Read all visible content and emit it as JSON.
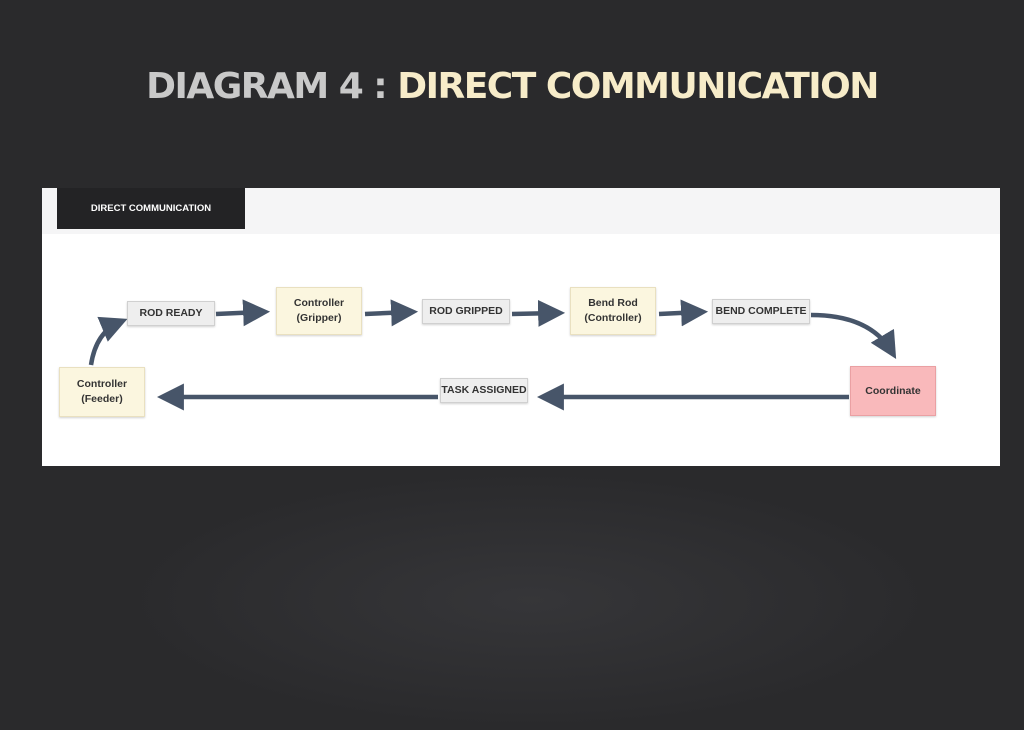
{
  "title": {
    "prefix": "DIAGRAM 4 : ",
    "highlight": "DIRECT COMMUNICATION"
  },
  "panel": {
    "tab_label": "DIRECT COMMUNICATION"
  },
  "nodes": {
    "controller_feeder": "Controller\n(Feeder)",
    "rod_ready": "ROD READY",
    "controller_gripper": "Controller\n(Gripper)",
    "rod_gripped": "ROD GRIPPED",
    "bend_rod": "Bend Rod\n(Controller)",
    "bend_complete": "BEND COMPLETE",
    "coordinate": "Coordinate",
    "task_assigned": "TASK ASSIGNED"
  },
  "colors": {
    "background": "#2a2a2c",
    "title_gray": "#c9c9c9",
    "title_highlight": "#f7ecc9",
    "process_fill": "#fbf6df",
    "coordinate_fill": "#f9b9bb",
    "label_fill": "#eeeeee",
    "arrow": "#475569"
  }
}
